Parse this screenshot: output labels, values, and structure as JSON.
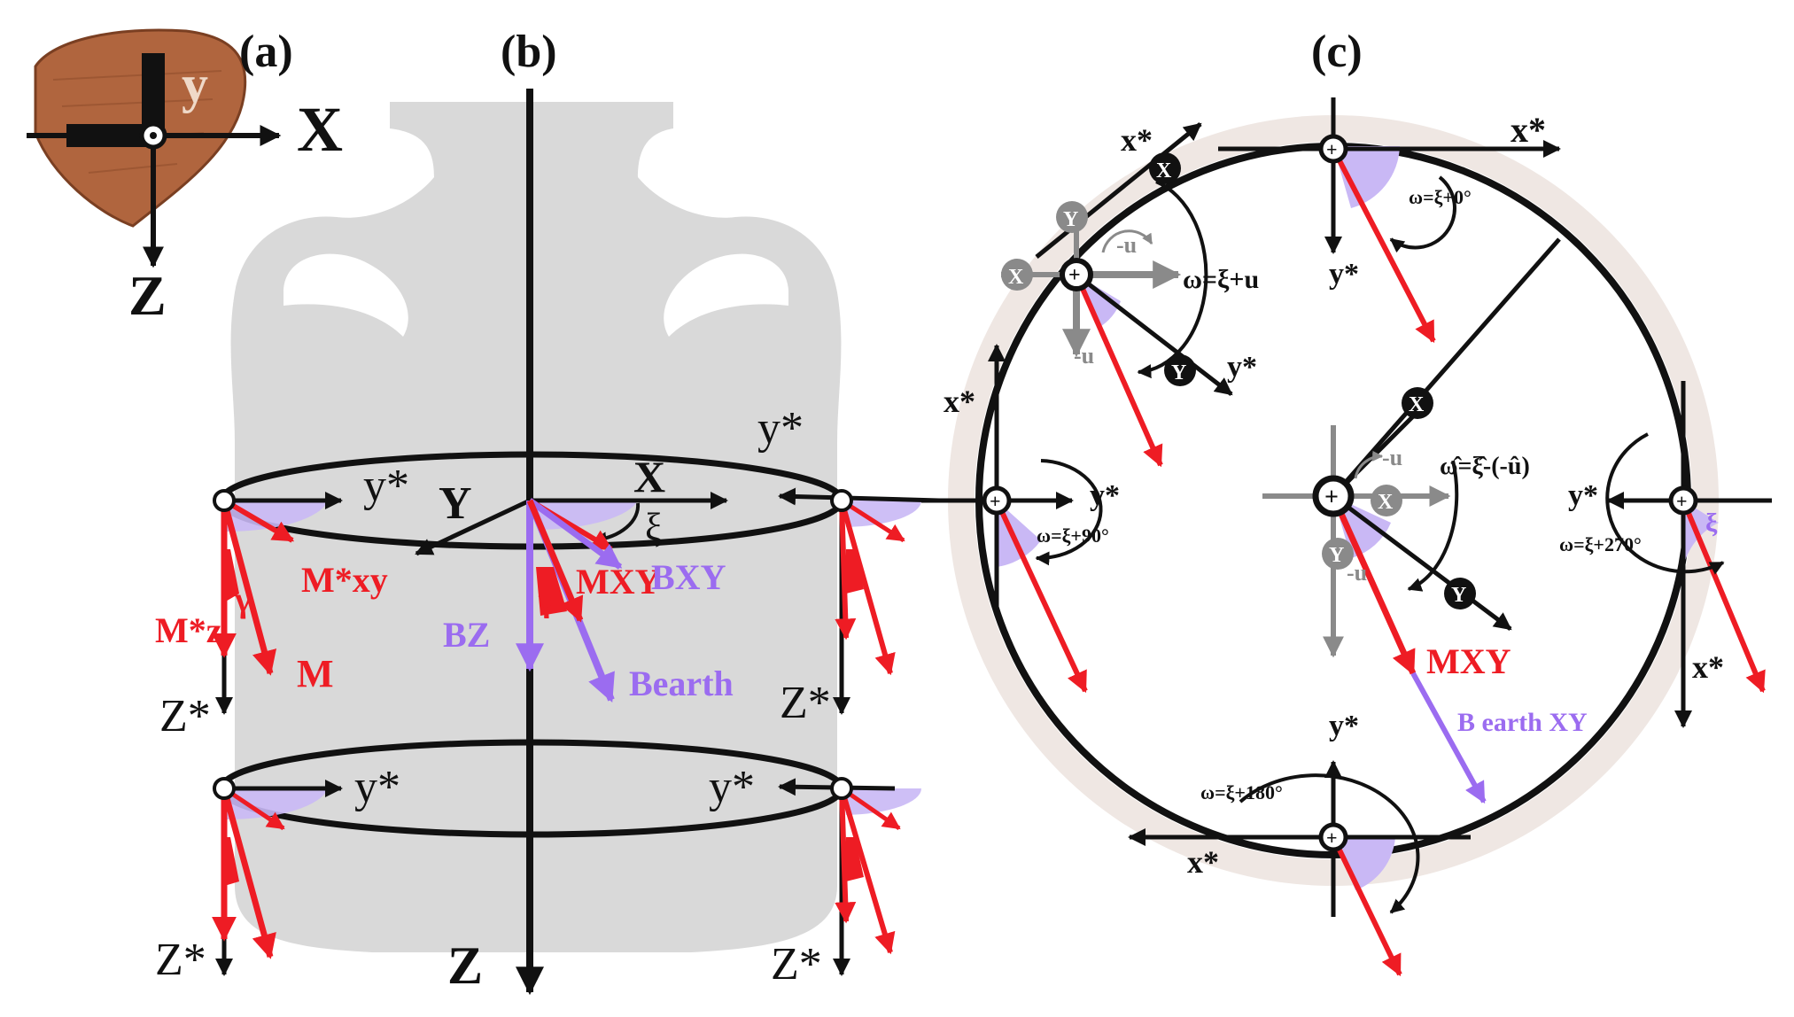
{
  "panels": {
    "a": "(a)",
    "b": "(b)",
    "c": "(c)"
  },
  "panel_a": {
    "x_axis": "X",
    "y_axis": "y",
    "z_axis": "Z"
  },
  "panel_b": {
    "ystar": "y*",
    "Y": "Y",
    "X": "X",
    "xi": "ξ",
    "gamma": "γ",
    "Mxy_star": "M*xy",
    "Mz_star": "M*z",
    "M": "M",
    "Mxy": "MXY",
    "Bxy": "BXY",
    "Bz": "BZ",
    "Bearth": "Bearth",
    "Zstar": "Z*",
    "Z": "Z"
  },
  "panel_c": {
    "xstar": "x*",
    "ystar": "y*",
    "X": "X",
    "Y": "Y",
    "minus_u": "-u",
    "omega_0": "ω=ξ+0°",
    "omega_u": "ω=ξ+u",
    "omega_90": "ω=ξ+90°",
    "omega_180": "ω=ξ+180°",
    "omega_270": "ω=ξ+270°",
    "omega_hat": "ω̂=ξ̂-(-û)",
    "xi": "ξ",
    "Mxy": "MXY",
    "Bxy_earth": "B earth XY"
  },
  "colors": {
    "axis": "#111111",
    "magnetization": "#ee1c24",
    "earth_field": "#9b6cf0",
    "sector": "#c9b8f5",
    "jar": "#d9d9d9",
    "ring_bg": "#efe7e3",
    "sample": "#b0653e",
    "secondary": "#8a8a8a"
  },
  "icons": [
    "sample-fragment",
    "amphora-silhouette",
    "axis-origin-marker"
  ]
}
